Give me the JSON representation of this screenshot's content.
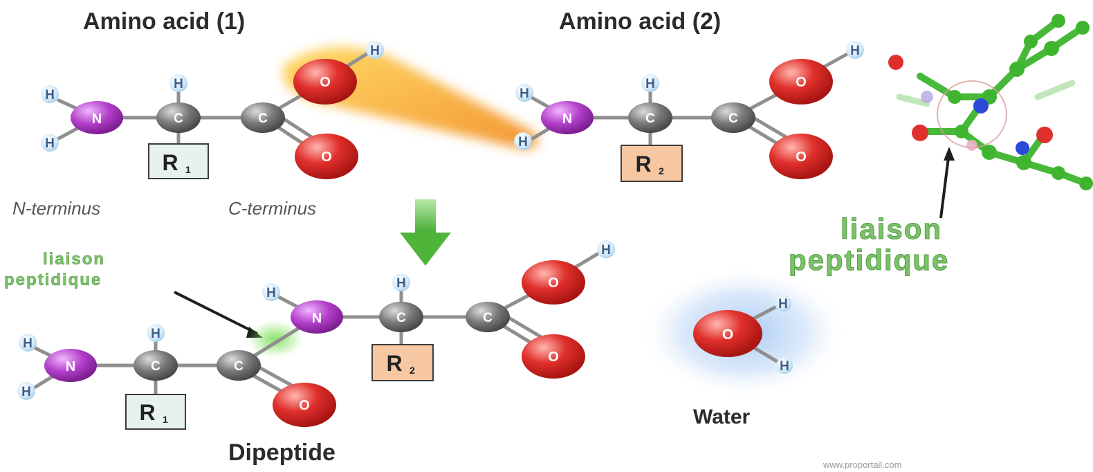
{
  "top": {
    "amino_acid_1_title": "Amino acid (1)",
    "amino_acid_2_title": "Amino acid (2)",
    "n_terminus": "N-terminus",
    "c_terminus": "C-terminus"
  },
  "atoms": {
    "nitrogen": "N",
    "carbon": "C",
    "oxygen": "O",
    "hydrogen": "H"
  },
  "side_chains": {
    "r1": "R",
    "r1_sub": "1",
    "r2": "R",
    "r2_sub": "2"
  },
  "labels": {
    "peptide_bond_large_line1": "liaison",
    "peptide_bond_large_line2": "peptidique",
    "peptide_bond_small_line1": "liaison",
    "peptide_bond_small_line2": "peptidique",
    "dipeptide": "Dipeptide",
    "water": "Water",
    "credit": "www.proportail.com"
  },
  "colors": {
    "nitrogen": "#b23fc9",
    "carbon": "#7a7a7a",
    "oxygen": "#e0302c",
    "hydrogen": "#cfe7f7",
    "r1_box": "#e8f2ec",
    "r2_box": "#f6c7a1",
    "peptide_label_green": "#7cc26a",
    "arrow_green": "#4fb43a"
  }
}
